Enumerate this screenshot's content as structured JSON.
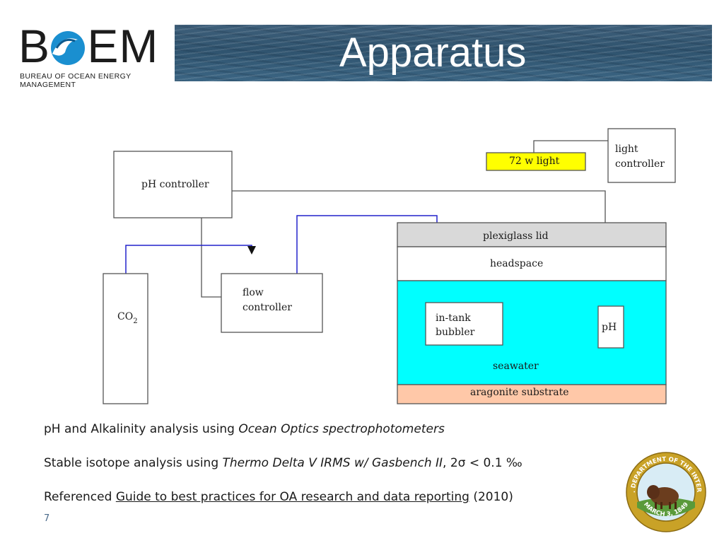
{
  "logo": {
    "wordmark": "BOEM",
    "subtitle": "Bureau of Ocean Energy Management"
  },
  "slide": {
    "title": "Apparatus",
    "page_number": "7"
  },
  "diagram": {
    "ph_controller": "pH controller",
    "light_controller_1": "light",
    "light_controller_2": "controller",
    "light": "72 w light",
    "co2_main": "CO",
    "co2_sub": "2",
    "flow_controller_1": "flow",
    "flow_controller_2": "controller",
    "lid": "plexiglass lid",
    "headspace": "headspace",
    "bubbler_1": "in-tank",
    "bubbler_2": "bubbler",
    "ph_probe": "pH",
    "seawater": "seawater",
    "substrate": "aragonite substrate"
  },
  "colors": {
    "light": "#ffff00",
    "lid": "#d9d9d9",
    "seawater": "#00ffff",
    "substrate": "#ffc8a8",
    "gas_line": "#2222cc",
    "signal_line": "#555555"
  },
  "notes": {
    "line1_plain": "pH and Alkalinity analysis using ",
    "line1_italic": "Ocean Optics spectrophotometers",
    "line2_plain": "Stable isotope analysis using ",
    "line2_italic": "Thermo Delta V IRMS w/ Gasbench II",
    "line2_tail": ", 2σ < 0.1 ‰",
    "line3_plain": "Referenced ",
    "line3_link": "Guide to best practices for OA research and data reporting",
    "line3_tail": " (2010)"
  },
  "seal": {
    "text_top": "U.S. DEPARTMENT OF THE INTERIOR",
    "text_bottom": "MARCH 3, 1849"
  },
  "icons": {
    "seal": "doi-bison-seal-icon",
    "logo_wave": "wave-icon"
  }
}
